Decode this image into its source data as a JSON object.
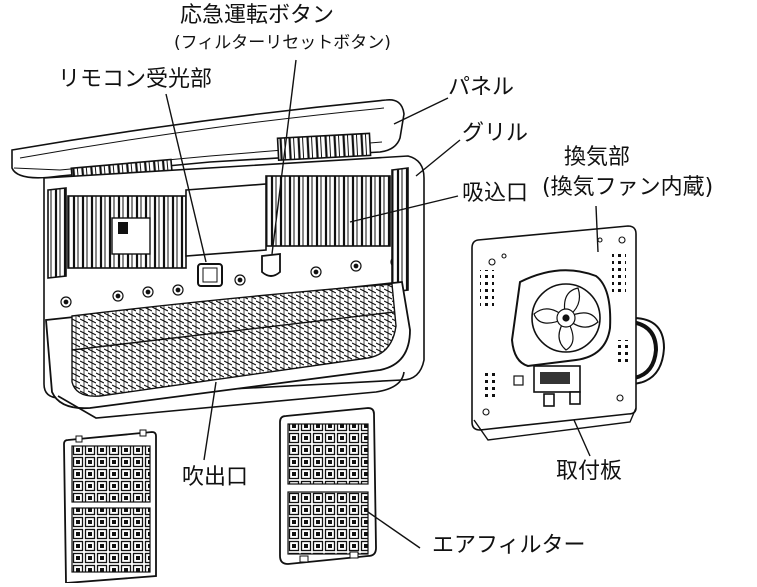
{
  "labels": {
    "emergency_button": "応急運転ボタン",
    "filter_reset": "(フィルターリセットボタン)",
    "remote_receiver": "リモコン受光部",
    "panel": "パネル",
    "grill": "グリル",
    "ventilation_unit": "換気部",
    "ventilation_unit_sub": "(換気ファン内蔵)",
    "air_intake": "吸込口",
    "air_outlet": "吹出口",
    "mounting_plate": "取付板",
    "air_filter": "エアフィルター"
  }
}
